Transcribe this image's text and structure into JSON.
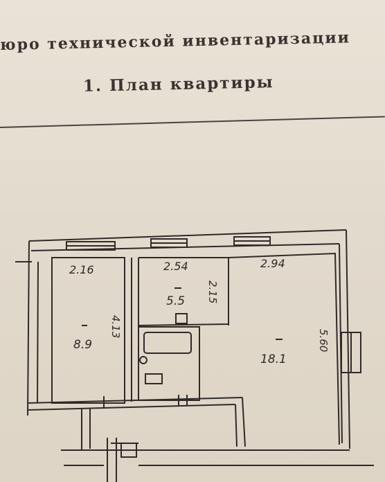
{
  "header": {
    "bureau_text": "юро технической инвентаризации",
    "plan_title": "1. План квартиры"
  },
  "rooms": {
    "left": {
      "width": "2.16",
      "length": "4.13",
      "area": "8.9"
    },
    "middle": {
      "width": "2.54",
      "length": "2.15",
      "area": "5.5"
    },
    "right": {
      "width": "2.94",
      "length": "5.60",
      "area": "18.1"
    }
  },
  "colors": {
    "ink": "#2f2a28",
    "paper": "#e4ddd0"
  }
}
